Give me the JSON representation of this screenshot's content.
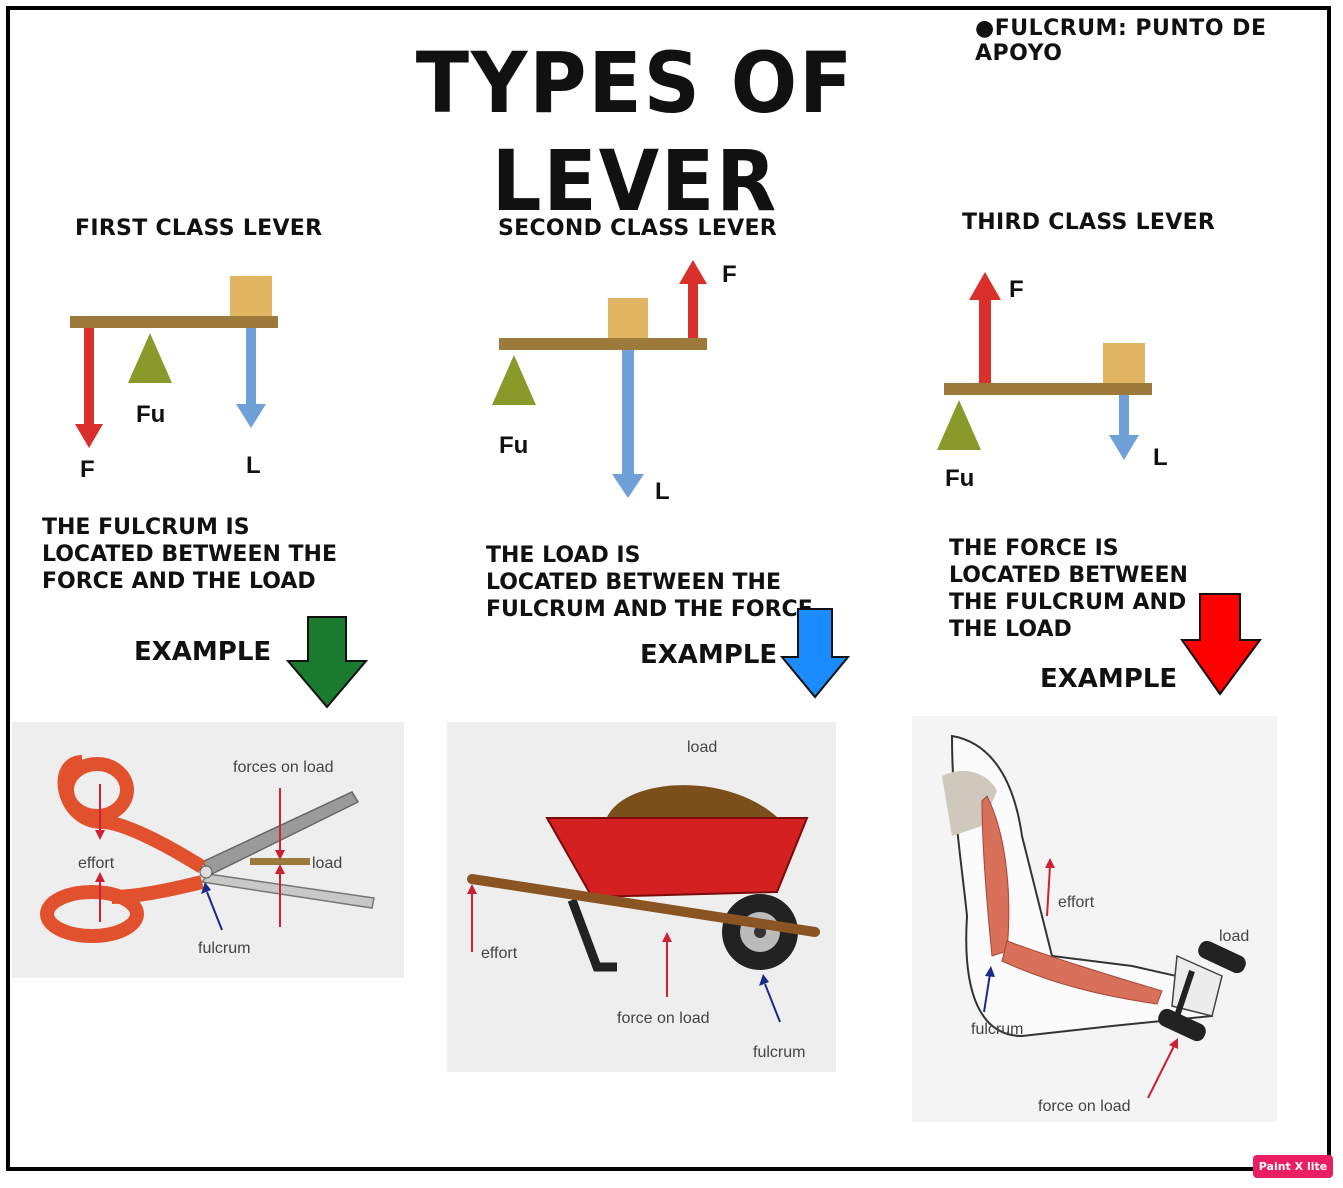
{
  "title": "TYPES OF LEVER",
  "note": "●FULCRUM: PUNTO DE APOYO",
  "levers": [
    {
      "heading": "FIRST CLASS LEVER",
      "labels": {
        "force": "F",
        "fulcrum": "Fu",
        "load": "L"
      },
      "description": [
        "THE FULCRUM IS",
        "LOCATED BETWEEN THE",
        "FORCE AND THE LOAD"
      ],
      "example_label": "EXAMPLE",
      "arrow_color": "#1a7a2e",
      "example": {
        "name": "scissors",
        "labels": {
          "forces_on_load": "forces on load",
          "effort": "effort",
          "load": "load",
          "fulcrum": "fulcrum"
        }
      }
    },
    {
      "heading": "SECOND CLASS LEVER",
      "labels": {
        "force": "F",
        "fulcrum": "Fu",
        "load": "L"
      },
      "description": [
        "THE LOAD IS",
        "LOCATED BETWEEN THE",
        "FULCRUM AND THE FORCE"
      ],
      "example_label": "EXAMPLE",
      "arrow_color": "#1a8cff",
      "example": {
        "name": "wheelbarrow",
        "labels": {
          "load": "load",
          "effort": "effort",
          "force_on_load": "force on load",
          "fulcrum": "fulcrum"
        }
      }
    },
    {
      "heading": "THIRD CLASS LEVER",
      "labels": {
        "force": "F",
        "fulcrum": "Fu",
        "load": "L"
      },
      "description": [
        "THE FORCE IS",
        "LOCATED BETWEEN",
        "THE FULCRUM AND",
        "THE LOAD"
      ],
      "example_label": "EXAMPLE",
      "arrow_color": "#ff0000",
      "example": {
        "name": "arm",
        "labels": {
          "effort": "effort",
          "load": "load",
          "fulcrum": "fulcrum",
          "force_on_load": "force on load"
        }
      }
    }
  ],
  "colors": {
    "beam": "#9b7a3c",
    "load_box": "#e2b562",
    "fulcrum": "#8a9a2a",
    "force_arrow": "#d9302c",
    "load_arrow": "#6fa0d8"
  },
  "watermark": "Paint X lite"
}
